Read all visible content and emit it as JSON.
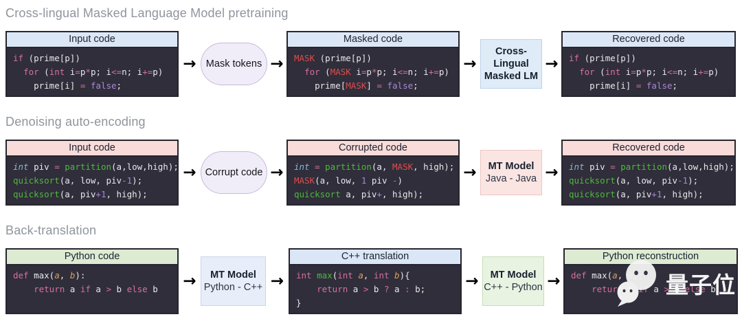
{
  "icons": {
    "arrow_right": "→",
    "wechat": "wechat-logo"
  },
  "colors": {
    "header_blue": "#dbe7f6",
    "header_pink": "#f9dbd9",
    "header_green": "#dcebd2",
    "code_background": "#302e3b",
    "keyword_pink": "#d5709f",
    "mask_red": "#e04b4b",
    "function_green": "#4fb83d",
    "literal_purple": "#a988d6",
    "type_cyan": "#84b9d3",
    "param_orange": "#d6a05c",
    "pill_lavender": "#f1edf8",
    "title_gray": "#8f949d"
  },
  "watermark": {
    "brand": "量子位"
  },
  "sections": [
    {
      "title": "Cross-lingual Masked Language Model pretraining",
      "input": {
        "header": "Input code",
        "code": [
          [
            [
              "if",
              "k"
            ],
            [
              " (prime[p])",
              "w"
            ]
          ],
          [
            [
              "  ",
              "w"
            ],
            [
              "for",
              "k"
            ],
            [
              " (",
              "w"
            ],
            [
              "int",
              "k"
            ],
            [
              " i",
              "w"
            ],
            [
              "=",
              "k"
            ],
            [
              "p",
              "w"
            ],
            [
              "*",
              "k"
            ],
            [
              "p; i",
              "w"
            ],
            [
              "<=",
              "k"
            ],
            [
              "n; i",
              "w"
            ],
            [
              "+=",
              "k"
            ],
            [
              "p)",
              "w"
            ]
          ],
          [
            [
              "    prime[i] ",
              "w"
            ],
            [
              "=",
              "k"
            ],
            [
              " ",
              "w"
            ],
            [
              "false",
              "p"
            ],
            [
              ";",
              "w"
            ]
          ]
        ]
      },
      "processor": "Mask tokens",
      "middle": {
        "header": "Masked code",
        "code": [
          [
            [
              "MASK",
              "r"
            ],
            [
              " (prime[p])",
              "w"
            ]
          ],
          [
            [
              "  ",
              "w"
            ],
            [
              "for",
              "k"
            ],
            [
              " (",
              "w"
            ],
            [
              "MASK",
              "r"
            ],
            [
              " i",
              "w"
            ],
            [
              "=",
              "k"
            ],
            [
              "p",
              "w"
            ],
            [
              "*",
              "k"
            ],
            [
              "p; i",
              "w"
            ],
            [
              "<=",
              "k"
            ],
            [
              "n; i",
              "w"
            ],
            [
              "+=",
              "k"
            ],
            [
              "p)",
              "w"
            ]
          ],
          [
            [
              "    prime[",
              "w"
            ],
            [
              "MASK",
              "r"
            ],
            [
              "] ",
              "w"
            ],
            [
              "=",
              "k"
            ],
            [
              " ",
              "w"
            ],
            [
              "false",
              "p"
            ],
            [
              ";",
              "w"
            ]
          ]
        ]
      },
      "model": {
        "title": "Cross-Lingual",
        "sub": "Masked LM"
      },
      "output": {
        "header": "Recovered code",
        "code": [
          [
            [
              "if",
              "k"
            ],
            [
              " (prime[p])",
              "w"
            ]
          ],
          [
            [
              "  ",
              "w"
            ],
            [
              "for",
              "k"
            ],
            [
              " (",
              "w"
            ],
            [
              "int",
              "k"
            ],
            [
              " i",
              "w"
            ],
            [
              "=",
              "k"
            ],
            [
              "p",
              "w"
            ],
            [
              "*",
              "k"
            ],
            [
              "p; i",
              "w"
            ],
            [
              "<=",
              "k"
            ],
            [
              "n; i",
              "w"
            ],
            [
              "+=",
              "k"
            ],
            [
              "p)",
              "w"
            ]
          ],
          [
            [
              "    prime[i] ",
              "w"
            ],
            [
              "=",
              "k"
            ],
            [
              " ",
              "w"
            ],
            [
              "false",
              "p"
            ],
            [
              ";",
              "w"
            ]
          ]
        ]
      }
    },
    {
      "title": "Denoising auto-encoding",
      "input": {
        "header": "Input code",
        "code": [
          [
            [
              "int",
              "c"
            ],
            [
              " piv ",
              "w"
            ],
            [
              "=",
              "k"
            ],
            [
              " ",
              "w"
            ],
            [
              "partition",
              "g"
            ],
            [
              "(a,low,high);",
              "w"
            ]
          ],
          [
            [
              "quicksort",
              "g"
            ],
            [
              "(a, low, piv",
              "w"
            ],
            [
              "-1",
              "p"
            ],
            [
              ");",
              "w"
            ]
          ],
          [
            [
              "quicksort",
              "g"
            ],
            [
              "(a, piv",
              "w"
            ],
            [
              "+1",
              "p"
            ],
            [
              ", high);",
              "w"
            ]
          ]
        ]
      },
      "processor": "Corrupt code",
      "middle": {
        "header": "Corrupted code",
        "code": [
          [
            [
              "int",
              "c"
            ],
            [
              " ",
              "w"
            ],
            [
              "=",
              "k"
            ],
            [
              " ",
              "w"
            ],
            [
              "partition",
              "g"
            ],
            [
              "(a, ",
              "w"
            ],
            [
              "MASK",
              "r"
            ],
            [
              ", high);",
              "w"
            ]
          ],
          [
            [
              "MASK",
              "r"
            ],
            [
              "(a, low, ",
              "w"
            ],
            [
              "1",
              "p"
            ],
            [
              " piv ",
              "w"
            ],
            [
              "-",
              "k"
            ],
            [
              ")",
              "w"
            ]
          ],
          [
            [
              "quicksort",
              "g"
            ],
            [
              " a, piv",
              "w"
            ],
            [
              "+",
              "p"
            ],
            [
              ", high);",
              "w"
            ]
          ]
        ]
      },
      "model": {
        "title": "MT Model",
        "sub": "Java - Java"
      },
      "output": {
        "header": "Recovered code",
        "code": [
          [
            [
              "int",
              "c"
            ],
            [
              " piv ",
              "w"
            ],
            [
              "=",
              "k"
            ],
            [
              " ",
              "w"
            ],
            [
              "partition",
              "g"
            ],
            [
              "(a,low,high);",
              "w"
            ]
          ],
          [
            [
              "quicksort",
              "g"
            ],
            [
              "(a, low, piv",
              "w"
            ],
            [
              "-1",
              "p"
            ],
            [
              ");",
              "w"
            ]
          ],
          [
            [
              "quicksort",
              "g"
            ],
            [
              "(a, piv",
              "w"
            ],
            [
              "+1",
              "p"
            ],
            [
              ", high);",
              "w"
            ]
          ]
        ]
      }
    },
    {
      "title": "Back-translation",
      "input": {
        "header": "Python code",
        "code": [
          [
            [
              "def",
              "k"
            ],
            [
              " max(",
              "w"
            ],
            [
              "a",
              "o"
            ],
            [
              ", ",
              "w"
            ],
            [
              "b",
              "o"
            ],
            [
              "):",
              "w"
            ]
          ],
          [
            [
              "    ",
              "w"
            ],
            [
              "return",
              "k"
            ],
            [
              " a ",
              "w"
            ],
            [
              "if",
              "k"
            ],
            [
              " a ",
              "w"
            ],
            [
              ">",
              "k"
            ],
            [
              " b ",
              "w"
            ],
            [
              "else",
              "k"
            ],
            [
              " b",
              "w"
            ]
          ]
        ]
      },
      "model1": {
        "title": "MT Model",
        "sub": "Python - C++"
      },
      "middle": {
        "header": "C++ translation",
        "code": [
          [
            [
              "int",
              "k"
            ],
            [
              " ",
              "w"
            ],
            [
              "max",
              "g"
            ],
            [
              "(",
              "w"
            ],
            [
              "int",
              "k"
            ],
            [
              " ",
              "w"
            ],
            [
              "a",
              "o"
            ],
            [
              ", ",
              "w"
            ],
            [
              "int",
              "k"
            ],
            [
              " ",
              "w"
            ],
            [
              "b",
              "o"
            ],
            [
              "){",
              "w"
            ]
          ],
          [
            [
              "    ",
              "w"
            ],
            [
              "return",
              "k"
            ],
            [
              " a ",
              "w"
            ],
            [
              ">",
              "k"
            ],
            [
              " b ",
              "w"
            ],
            [
              "?",
              "k"
            ],
            [
              " a ",
              "w"
            ],
            [
              ":",
              "k"
            ],
            [
              " b;",
              "w"
            ]
          ],
          [
            [
              "}",
              "w"
            ]
          ]
        ]
      },
      "model2": {
        "title": "MT Model",
        "sub": "C++ - Python"
      },
      "output": {
        "header": "Python reconstruction",
        "code": [
          [
            [
              "def",
              "k"
            ],
            [
              " max(",
              "w"
            ],
            [
              "a",
              "o"
            ],
            [
              ", ",
              "w"
            ],
            [
              "b",
              "o"
            ],
            [
              "):",
              "w"
            ]
          ],
          [
            [
              "    ",
              "w"
            ],
            [
              "return",
              "k"
            ],
            [
              " a ",
              "w"
            ],
            [
              "if",
              "k"
            ],
            [
              " a ",
              "w"
            ],
            [
              ">",
              "k"
            ],
            [
              " b ",
              "w"
            ],
            [
              "else",
              "k"
            ],
            [
              " b",
              "w"
            ]
          ]
        ]
      }
    }
  ]
}
